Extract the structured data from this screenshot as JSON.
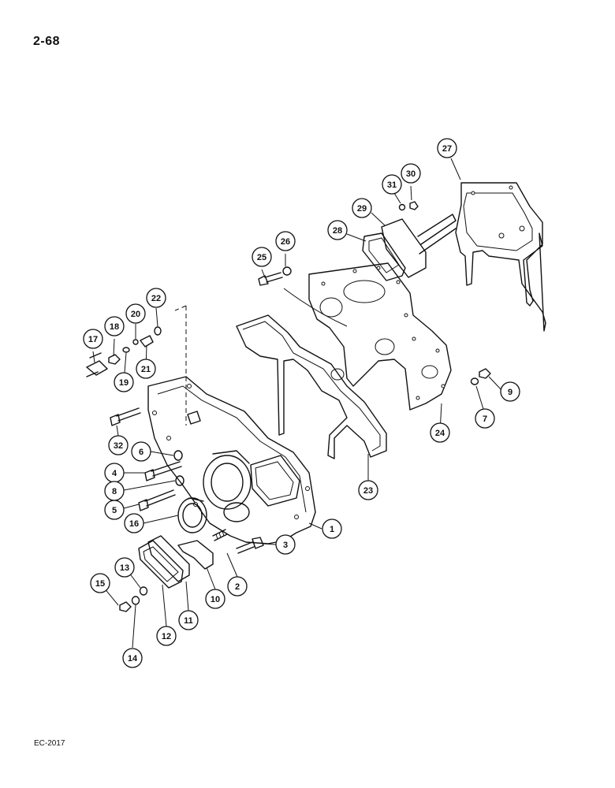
{
  "header": {
    "page_number": "2-68"
  },
  "footer": {
    "doc_code": "EC-2017"
  },
  "callouts": [
    {
      "label": "1"
    },
    {
      "label": "2"
    },
    {
      "label": "3"
    },
    {
      "label": "4"
    },
    {
      "label": "5"
    },
    {
      "label": "6"
    },
    {
      "label": "7"
    },
    {
      "label": "8"
    },
    {
      "label": "9"
    },
    {
      "label": "10"
    },
    {
      "label": "11"
    },
    {
      "label": "12"
    },
    {
      "label": "13"
    },
    {
      "label": "14"
    },
    {
      "label": "15"
    },
    {
      "label": "16"
    },
    {
      "label": "17"
    },
    {
      "label": "18"
    },
    {
      "label": "19"
    },
    {
      "label": "20"
    },
    {
      "label": "21"
    },
    {
      "label": "22"
    },
    {
      "label": "23"
    },
    {
      "label": "24"
    },
    {
      "label": "25"
    },
    {
      "label": "26"
    },
    {
      "label": "27"
    },
    {
      "label": "28"
    },
    {
      "label": "29"
    },
    {
      "label": "30"
    },
    {
      "label": "31"
    },
    {
      "label": "32"
    }
  ]
}
